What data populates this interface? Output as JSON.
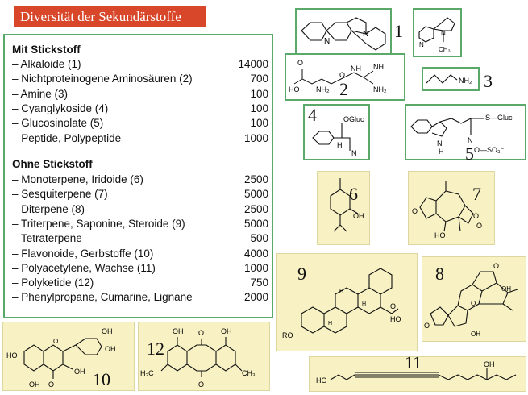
{
  "title": "Diversität der Sekundärstoffe",
  "with_nitrogen": {
    "heading": "Mit Stickstoff",
    "rows": [
      {
        "label": "– Alkaloide (1)",
        "value": "14000"
      },
      {
        "label": "– Nichtproteinogene Aminosäuren (2)",
        "value": "700"
      },
      {
        "label": "– Amine (3)",
        "value": "100"
      },
      {
        "label": "– Cyanglykoside (4)",
        "value": "100"
      },
      {
        "label": "– Glucosinolate (5)",
        "value": "100"
      },
      {
        "label": "– Peptide, Polypeptide",
        "value": "1000"
      }
    ]
  },
  "without_nitrogen": {
    "heading": "Ohne Stickstoff",
    "rows": [
      {
        "label": "– Monoterpene, Iridoide (6)",
        "value": "2500"
      },
      {
        "label": "– Sesquiterpene (7)",
        "value": "5000"
      },
      {
        "label": "– Diterpene (8)",
        "value": "2500"
      },
      {
        "label": "– Triterpene, Saponine, Steroide (9)",
        "value": "5000"
      },
      {
        "label": "– Tetraterpene",
        "value": "500"
      },
      {
        "label": "– Flavonoide, Gerbstoffe (10)",
        "value": "4000"
      },
      {
        "label": "– Polyacetylene, Wachse (11)",
        "value": "1000"
      },
      {
        "label": "– Polyketide (12)",
        "value": "750"
      },
      {
        "label": "– Phenylpropane, Cumarine, Lignane",
        "value": "2000"
      }
    ]
  },
  "compound_numbers": [
    "1",
    "2",
    "3",
    "4",
    "5",
    "6",
    "7",
    "8",
    "9",
    "10",
    "11",
    "12"
  ],
  "atom_labels": {
    "n": "N",
    "ch3": "CH₃",
    "o": "O",
    "oh": "OH",
    "ho": "HO",
    "nh": "NH",
    "nh2": "NH₂",
    "h": "H",
    "ogluc": "OGluc",
    "sgluc": "S—Gluc",
    "oso3": "O—SO₃⁻",
    "ro": "RO",
    "h3c": "H₃C"
  }
}
